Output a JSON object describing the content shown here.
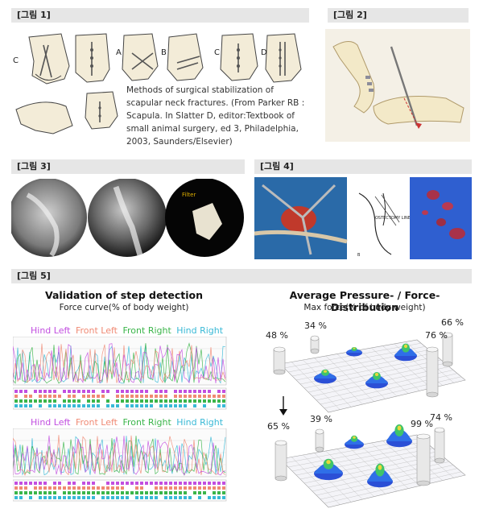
{
  "figures": {
    "fig1": {
      "label": "[그림 1]",
      "letters": [
        "C",
        "A",
        "B",
        "C",
        "D"
      ],
      "caption": "Methods of surgical stabilization of scapular neck fractures. (From Parker RB : Scapula. In Slatter D, editor:Textbook of small animal surgery, ed 3, Philadelphia, 2003, Saunders/Elsevier)"
    },
    "fig2": {
      "label": "[그림 2]"
    },
    "fig3": {
      "label": "[그림 3]",
      "inset_text": "Filter"
    },
    "fig4": {
      "label": "[그림 4]",
      "inset_text": "OSTECTOMY LINES",
      "inset_letter": "B"
    },
    "fig5": {
      "label": "[그림 5]",
      "left_title": "Validation of step detection",
      "left_subtitle": "Force curve(% of body weight)",
      "right_title": "Average Pressure- / Force- Distribution",
      "right_subtitle": "Max force(% of body weight)",
      "legend": [
        {
          "name": "Hind Left",
          "color": "#c24fe0"
        },
        {
          "name": "Front Left",
          "color": "#f08a74"
        },
        {
          "name": "Front Right",
          "color": "#3bb54a"
        },
        {
          "name": "Hind Right",
          "color": "#39b9d6"
        }
      ],
      "top_percentages": {
        "a": "48 %",
        "b": "34 %",
        "c": "76 %",
        "d": "66 %"
      },
      "bottom_percentages": {
        "a": "65 %",
        "b": "39 %",
        "c": "99 %",
        "d": "74 %"
      }
    }
  }
}
